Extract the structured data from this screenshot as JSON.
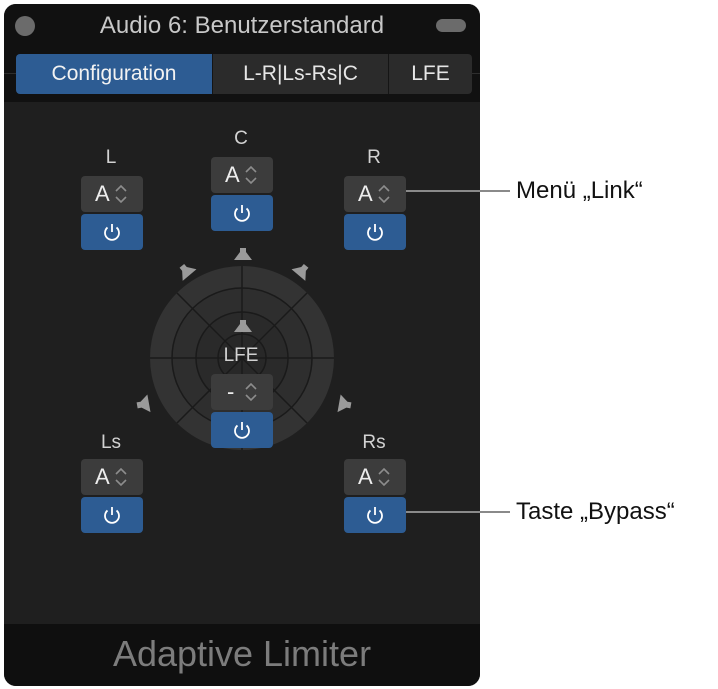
{
  "window": {
    "title": "Audio 6: Benutzerstandard",
    "plugin_name": "Adaptive Limiter"
  },
  "tabs": [
    {
      "label": "Configuration",
      "active": true
    },
    {
      "label": "L-R|Ls-Rs|C",
      "active": false
    },
    {
      "label": "LFE",
      "active": false
    }
  ],
  "channels": {
    "L": {
      "label": "L",
      "link": "A"
    },
    "C": {
      "label": "C",
      "link": "A"
    },
    "R": {
      "label": "R",
      "link": "A"
    },
    "LFE": {
      "label": "LFE",
      "link": "-"
    },
    "Ls": {
      "label": "Ls",
      "link": "A"
    },
    "Rs": {
      "label": "Rs",
      "link": "A"
    }
  },
  "icons": {
    "bypass": "power-icon",
    "link_stepper": "up-down-chevron-icon",
    "speaker": "speaker-icon"
  },
  "callouts": {
    "link_menu": "Menü „Link“",
    "bypass_button": "Taste „Bypass“"
  },
  "colors": {
    "accent_blue": "#2d5c93",
    "panel_bg": "#1f1f1f",
    "titlebar_bg": "#111111",
    "control_bg": "#3c3c3c"
  }
}
